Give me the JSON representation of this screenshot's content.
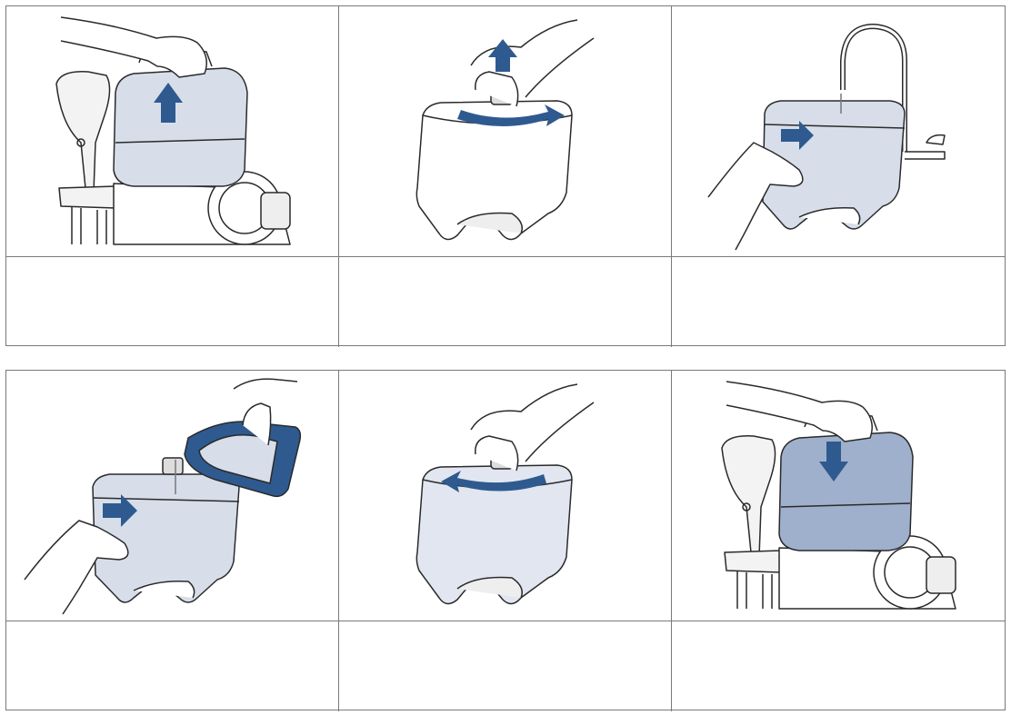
{
  "steps": [
    {
      "id": 1,
      "illustration": "lift-tank-off-machine",
      "arrow": "up",
      "caption": ""
    },
    {
      "id": 2,
      "illustration": "unscrew-tank-cap",
      "arrow": "counterclockwise-right",
      "caption": ""
    },
    {
      "id": 3,
      "illustration": "fill-tank-at-faucet",
      "arrow": "right",
      "caption": ""
    },
    {
      "id": 4,
      "illustration": "pour-formula-into-tank",
      "arrow": "right",
      "caption": ""
    },
    {
      "id": 5,
      "illustration": "screw-tank-cap-on",
      "arrow": "clockwise-left",
      "caption": ""
    },
    {
      "id": 6,
      "illustration": "place-tank-on-machine",
      "arrow": "down",
      "caption": ""
    }
  ],
  "colors": {
    "arrow": "#2f5a8f",
    "tank": "#d7deea",
    "tank_full": "#9fb0cc",
    "line": "#2a2a2a"
  }
}
